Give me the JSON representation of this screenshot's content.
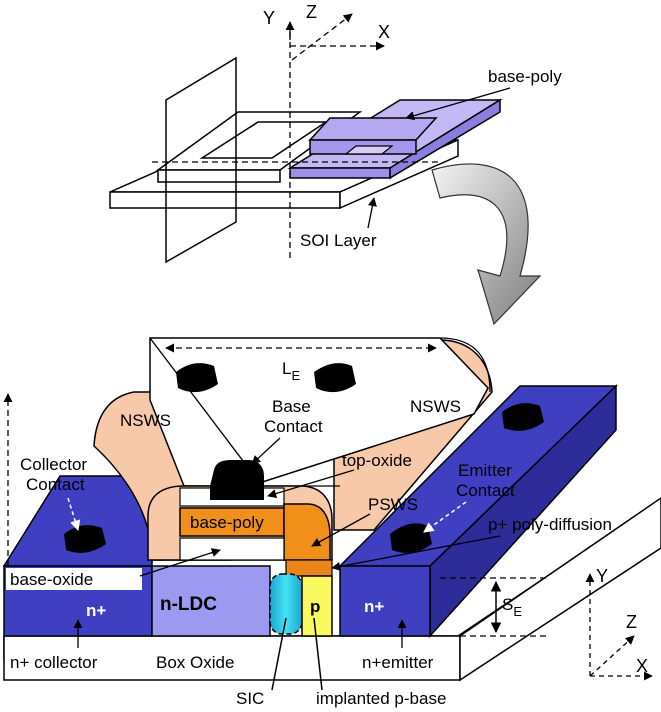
{
  "top": {
    "axes": {
      "x": "X",
      "y": "Y",
      "z": "Z"
    },
    "base_poly": "base-poly",
    "soi_layer": "SOI Layer"
  },
  "bottom": {
    "le_main": "L",
    "le_sub": "E",
    "nsws_left": "NSWS",
    "nsws_right": "NSWS",
    "base_contact_1": "Base",
    "base_contact_2": "Contact",
    "top_oxide": "top-oxide",
    "collector_contact_1": "Collector",
    "collector_contact_2": "Contact",
    "emitter_contact_1": "Emitter",
    "emitter_contact_2": "Contact",
    "pswS": "PSWS",
    "base_poly": "base-poly",
    "p_poly_diffusion": "p+ poly-diffusion",
    "base_oxide": "base-oxide",
    "n_plus_left": "n+",
    "n_ldc": "n-LDC",
    "p_region": "p",
    "n_plus_right": "n+",
    "se_main": "S",
    "se_sub": "E",
    "n_collector": "n+ collector",
    "box_oxide": "Box Oxide",
    "n_emitter": "n+emitter",
    "sic": "SIC",
    "implanted_p_base": "implanted p-base",
    "axes": {
      "x": "X",
      "y": "Y",
      "z": "Z"
    }
  },
  "colors": {
    "silicon_blue": "#3f3fc2",
    "ldc_lavender": "#9b99f0",
    "base_poly_orange": "#f0901a",
    "nsws_peach": "#f7c9a8",
    "sic_cyan": "#26c7e6",
    "p_base_yellow": "#fafa60",
    "poly_top_lavender": "#c4b8f4"
  }
}
